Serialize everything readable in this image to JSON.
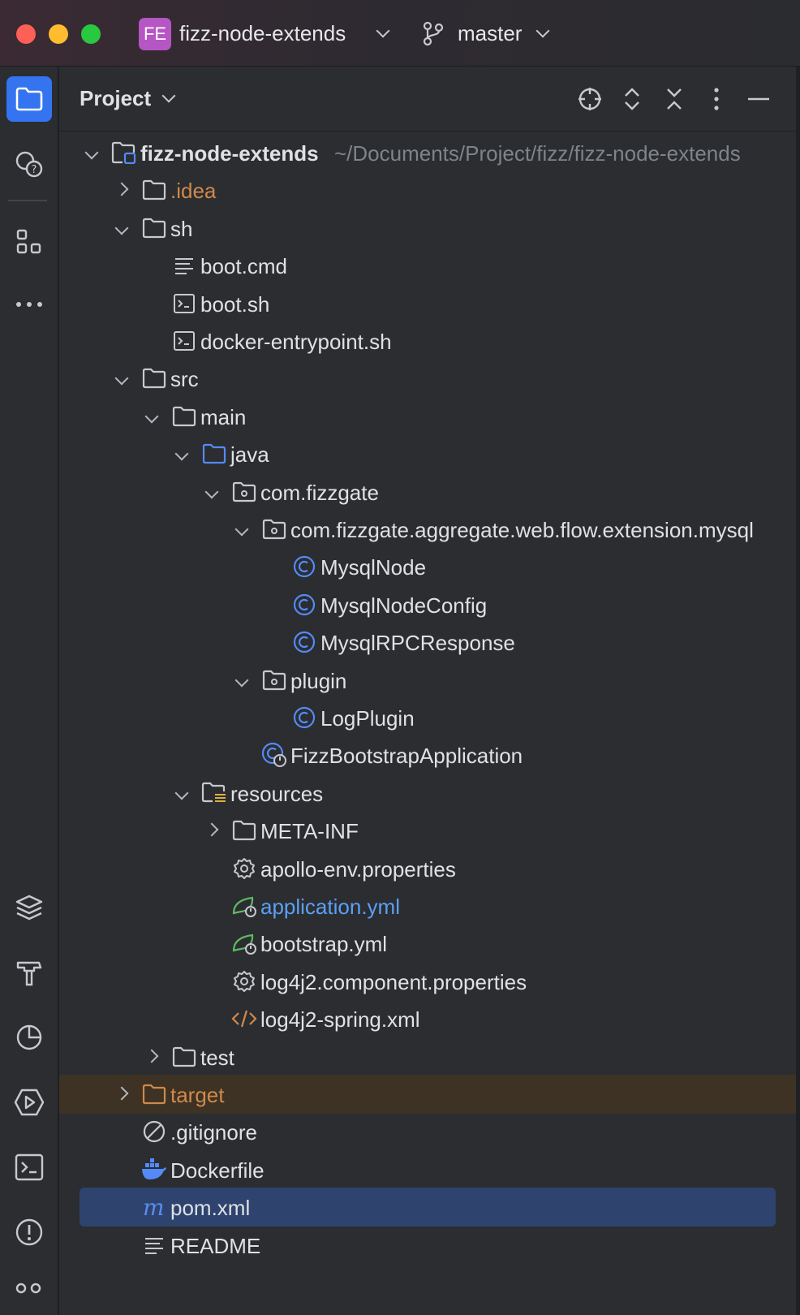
{
  "titlebar": {
    "project_badge": "FE",
    "project_name": "fizz-node-extends",
    "branch": "master",
    "badge_color": "#b655c4"
  },
  "panel": {
    "title": "Project",
    "header_icons": [
      "locate-icon",
      "expand-icon",
      "collapse-icon",
      "more-icon",
      "minimize-icon"
    ]
  },
  "tree": {
    "root_name": "fizz-node-extends",
    "root_path": "~/Documents/Project/fizz/fizz-node-extends",
    "items": [
      {
        "label": ".idea",
        "icon": "folder-icon"
      },
      {
        "label": "sh",
        "icon": "folder-icon"
      },
      {
        "label": "boot.cmd",
        "icon": "text-file-icon"
      },
      {
        "label": "boot.sh",
        "icon": "shell-file-icon"
      },
      {
        "label": "docker-entrypoint.sh",
        "icon": "shell-file-icon"
      },
      {
        "label": "src",
        "icon": "folder-icon"
      },
      {
        "label": "main",
        "icon": "folder-icon"
      },
      {
        "label": "java",
        "icon": "source-folder-icon"
      },
      {
        "label": "com.fizzgate",
        "icon": "package-icon"
      },
      {
        "label": "com.fizzgate.aggregate.web.flow.extension.mysql",
        "icon": "package-icon"
      },
      {
        "label": "MysqlNode",
        "icon": "class-icon"
      },
      {
        "label": "MysqlNodeConfig",
        "icon": "class-icon"
      },
      {
        "label": "MysqlRPCResponse",
        "icon": "class-icon"
      },
      {
        "label": "plugin",
        "icon": "package-icon"
      },
      {
        "label": "LogPlugin",
        "icon": "class-icon"
      },
      {
        "label": "FizzBootstrapApplication",
        "icon": "spring-boot-class-icon"
      },
      {
        "label": "resources",
        "icon": "resources-folder-icon"
      },
      {
        "label": "META-INF",
        "icon": "folder-icon"
      },
      {
        "label": "apollo-env.properties",
        "icon": "properties-icon"
      },
      {
        "label": "application.yml",
        "icon": "spring-yml-icon"
      },
      {
        "label": "bootstrap.yml",
        "icon": "spring-yml-icon"
      },
      {
        "label": "log4j2.component.properties",
        "icon": "properties-icon"
      },
      {
        "label": "log4j2-spring.xml",
        "icon": "xml-icon"
      },
      {
        "label": "test",
        "icon": "folder-icon"
      },
      {
        "label": "target",
        "icon": "excluded-folder-icon"
      },
      {
        "label": ".gitignore",
        "icon": "ignore-file-icon"
      },
      {
        "label": "Dockerfile",
        "icon": "docker-icon"
      },
      {
        "label": "pom.xml",
        "icon": "maven-icon"
      },
      {
        "label": "README",
        "icon": "text-file-icon"
      }
    ]
  },
  "colors": {
    "accent": "#3574f0",
    "selection": "#2e436e",
    "excluded_bg": "#3d3223",
    "class_blue": "#548af7",
    "orange": "#d0894c"
  }
}
